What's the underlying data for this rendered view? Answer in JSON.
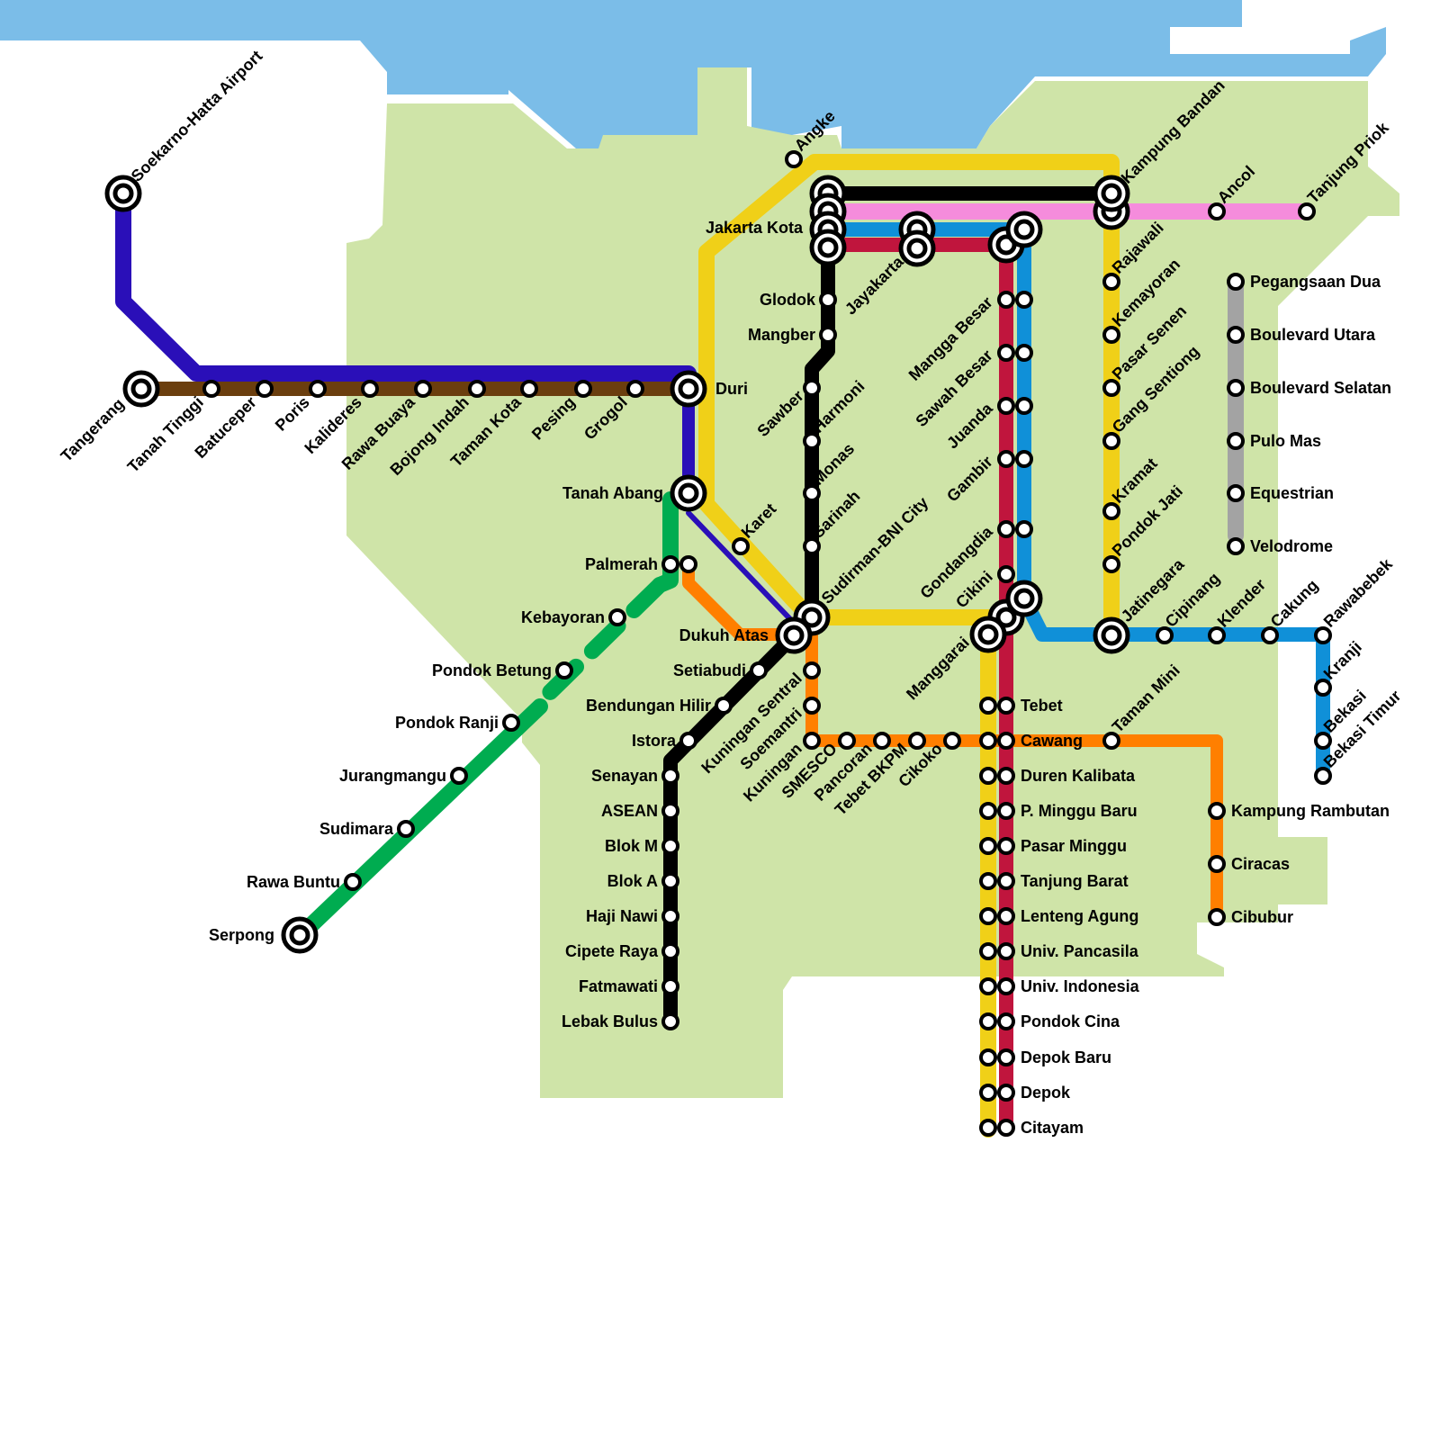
{
  "colors": {
    "sea": "#7bbde8",
    "land": "#cfe4a8",
    "soekarno_hatta_line": "#2a0fb8",
    "tangerang_line": "#6b3e0e",
    "bogor_line": "#c0153d",
    "bekasi_line": "#1090d8",
    "loop_line": "#f0d018",
    "tanjung_priok_line": "#f58cdc",
    "serpong_line": "#00ac50",
    "mrt_line": "#000000",
    "lrt_jabodebek_line": "#ff7f00",
    "lrt_jakarta_line": "#a3a3a3"
  },
  "stations": {
    "soekarno_hatta": "Soekarno-Hatta Airport",
    "tangerang": "Tangerang",
    "tanah_tinggi": "Tanah Tinggi",
    "batuceper": "Batuceper",
    "poris": "Poris",
    "kalideres": "Kalideres",
    "rawa_buaya": "Rawa Buaya",
    "bojong_indah": "Bojong Indah",
    "taman_kota": "Taman Kota",
    "pesing": "Pesing",
    "grogol": "Grogol",
    "duri": "Duri",
    "angke": "Angke",
    "jakarta_kota": "Jakarta Kota",
    "glodok": "Glodok",
    "mangber": "Mangber",
    "jayakarta": "Jayakarta",
    "mangga_besar": "Mangga Besar",
    "sawah_besar": "Sawah Besar",
    "juanda": "Juanda",
    "gambir": "Gambir",
    "gondangdia": "Gondangdia",
    "cikini": "Cikini",
    "kampung_bandan": "Kampung Bandan",
    "ancol": "Ancol",
    "tanjung_priok": "Tanjung Priok",
    "rajawali": "Rajawali",
    "kemayoran": "Kemayoran",
    "pasar_senen": "Pasar Senen",
    "gang_sentiong": "Gang Sentiong",
    "kramat": "Kramat",
    "pondok_jati": "Pondok Jati",
    "jatinegara": "Jatinegara",
    "cipinang": "Cipinang",
    "klender": "Klender",
    "cakung": "Cakung",
    "rawabebek": "Rawabebek",
    "kranji": "Kranji",
    "bekasi": "Bekasi",
    "bekasi_timur": "Bekasi Timur",
    "pegangsaan_dua": "Pegangsaan Dua",
    "boulevard_utara": "Boulevard Utara",
    "boulevard_selatan": "Boulevard Selatan",
    "pulo_mas": "Pulo Mas",
    "equestrian": "Equestrian",
    "velodrome": "Velodrome",
    "sawber": "Sawber",
    "harmoni": "Harmoni",
    "monas": "Monas",
    "sarinah": "Sarinah",
    "sudirman_bni": "Sudirman-BNI City",
    "karet": "Karet",
    "tanah_abang": "Tanah Abang",
    "palmerah": "Palmerah",
    "kebayoran": "Kebayoran",
    "pondok_betung": "Pondok Betung",
    "pondok_ranji": "Pondok Ranji",
    "jurangmangu": "Jurangmangu",
    "sudimara": "Sudimara",
    "rawa_buntu": "Rawa Buntu",
    "serpong": "Serpong",
    "dukuh_atas": "Dukuh Atas",
    "setiabudi": "Setiabudi",
    "bendungan_hilir": "Bendungan Hilir",
    "istora": "Istora",
    "senayan": "Senayan",
    "asean": "ASEAN",
    "blok_m": "Blok M",
    "blok_a": "Blok A",
    "haji_nawi": "Haji Nawi",
    "cipete_raya": "Cipete Raya",
    "fatmawati": "Fatmawati",
    "lebak_bulus": "Lebak Bulus",
    "kuningan_sentral": "Kuningan Sentral",
    "soemantri": "Soemantri",
    "kuningan": "Kuningan",
    "smesco": "SMESCO",
    "pancoran": "Pancoran",
    "tebet_bkpm": "Tebet BKPM",
    "cikoko": "Cikoko",
    "manggarai": "Manggarai",
    "tebet": "Tebet",
    "cawang": "Cawang",
    "taman_mini": "Taman Mini",
    "duren_kalibata": "Duren Kalibata",
    "p_minggu_baru": "P. Minggu Baru",
    "pasar_minggu": "Pasar Minggu",
    "tanjung_barat": "Tanjung Barat",
    "lenteng_agung": "Lenteng Agung",
    "univ_pancasila": "Univ. Pancasila",
    "univ_indonesia": "Univ. Indonesia",
    "pondok_cina": "Pondok Cina",
    "depok_baru": "Depok Baru",
    "depok": "Depok",
    "citayam": "Citayam",
    "kampung_rambutan": "Kampung Rambutan",
    "ciracas": "Ciracas",
    "cibubur": "Cibubur"
  }
}
